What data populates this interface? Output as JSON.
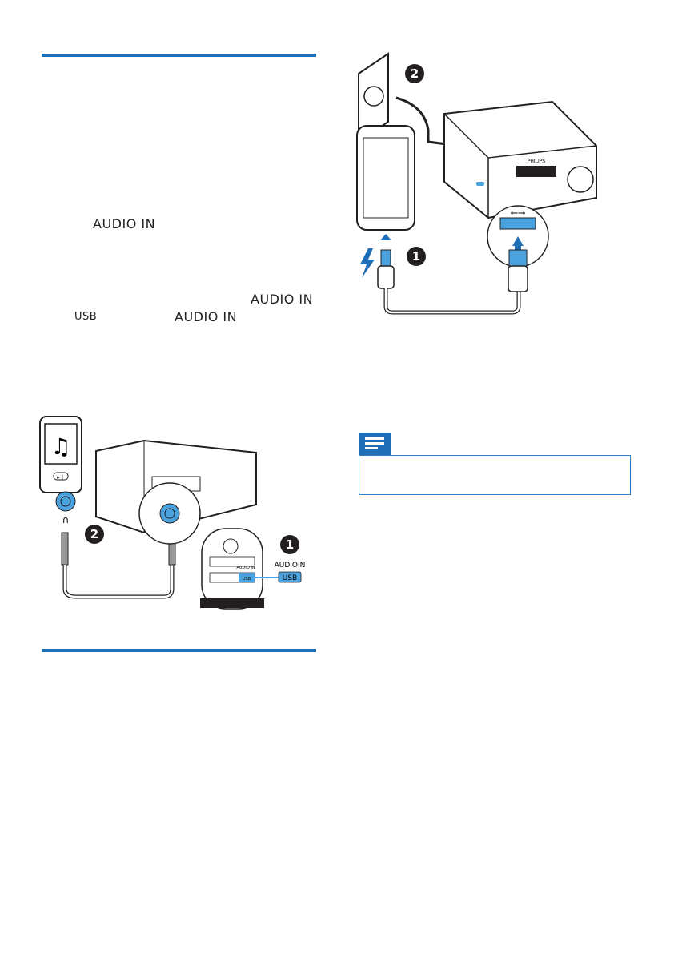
{
  "left_column": {
    "label_audio_in_1": "AUDIO IN",
    "label_audio_in_2": "AUDIO IN",
    "label_usb": "USB",
    "label_audio_in_3": "AUDIO IN"
  },
  "figure_audio_in": {
    "step1": "1",
    "step2": "2",
    "switch_audio_in": "AUDIOIN",
    "switch_usb": "USB",
    "panel_audio": "AUDIO IN",
    "panel_usb": "USB"
  },
  "figure_usb_charge": {
    "step1": "1",
    "step2": "2",
    "brand": "PHILIPS"
  },
  "colors": {
    "accent": "#1e6fb8",
    "usb_blue": "#4aa3df"
  }
}
